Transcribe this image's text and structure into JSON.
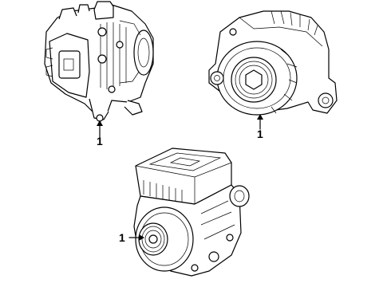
{
  "callouts": [
    {
      "label": "1"
    },
    {
      "label": "1"
    },
    {
      "label": "1"
    }
  ],
  "parts": [
    {
      "name": "alternator-top-left"
    },
    {
      "name": "alternator-top-right"
    },
    {
      "name": "starter-generator-bottom"
    }
  ],
  "colors": {
    "line": "#000000",
    "background": "#ffffff"
  }
}
